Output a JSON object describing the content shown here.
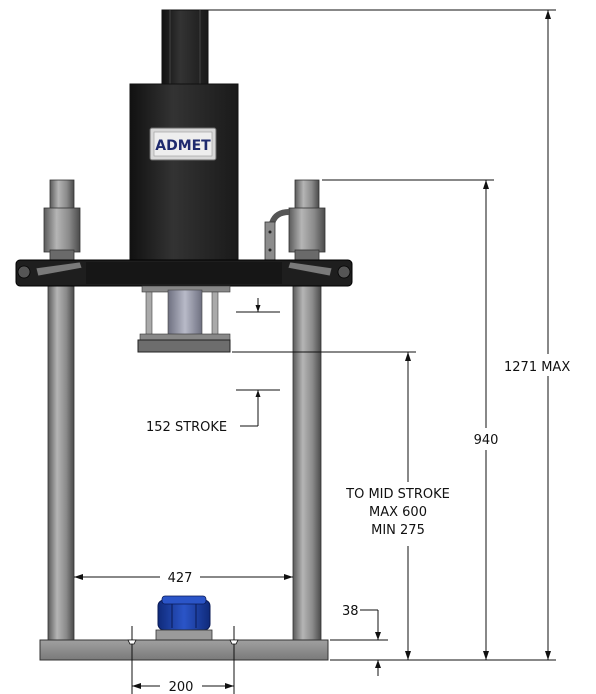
{
  "logo": {
    "text": "ADMET"
  },
  "dimensions": {
    "total_height": "1271 MAX",
    "column_height": "940",
    "stroke": "152 STROKE",
    "mid_stroke_line1": "TO MID STROKE",
    "mid_stroke_line2": "MAX 600",
    "mid_stroke_line3": "MIN 275",
    "column_spacing": "427",
    "base_thickness": "38",
    "slot_spacing": "200"
  },
  "colors": {
    "column": "#8a8a8a",
    "frame_dark": "#222222",
    "base": "#8b8b8b",
    "actuator": "#2a2a2a",
    "fixture_blue": "#1b3ea8"
  }
}
